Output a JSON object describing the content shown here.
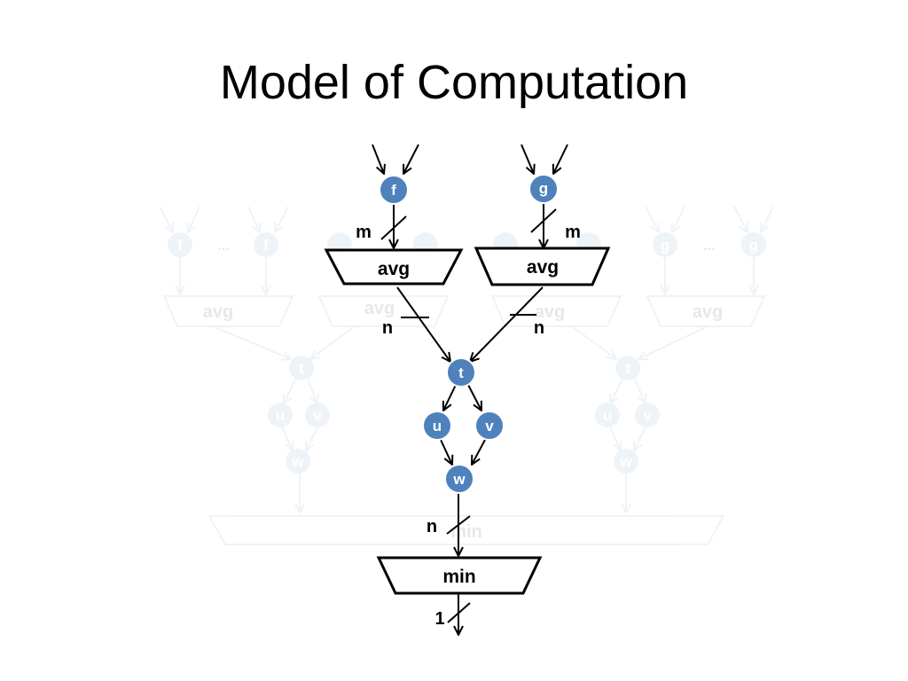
{
  "slide": {
    "title": "Model of Computation"
  },
  "diagram": {
    "nodes": {
      "f": "f",
      "g": "g",
      "t": "t",
      "u": "u",
      "v": "v",
      "w": "w"
    },
    "boxes": {
      "avg_left": "avg",
      "avg_right": "avg",
      "min": "min"
    },
    "edge_labels": {
      "m_left": "m",
      "m_right": "m",
      "n_left": "n",
      "n_right": "n",
      "n_bottom": "n",
      "one": "1"
    },
    "background": {
      "f1": "f",
      "dots1": "...",
      "f2": "f",
      "g1": "g",
      "dots2": "...",
      "g2": "g",
      "avg1": "avg",
      "avg2": "avg",
      "avg3": "avg",
      "avg4": "avg",
      "t1": "t",
      "u1": "u",
      "v1": "v",
      "w1": "w",
      "t2": "t",
      "u2": "u",
      "v2": "v",
      "w2": "w",
      "min": "min"
    },
    "colors": {
      "node_fill": "#4f81bd",
      "node_stroke": "#ffffff",
      "line": "#000000",
      "background": "#ffffff"
    }
  }
}
